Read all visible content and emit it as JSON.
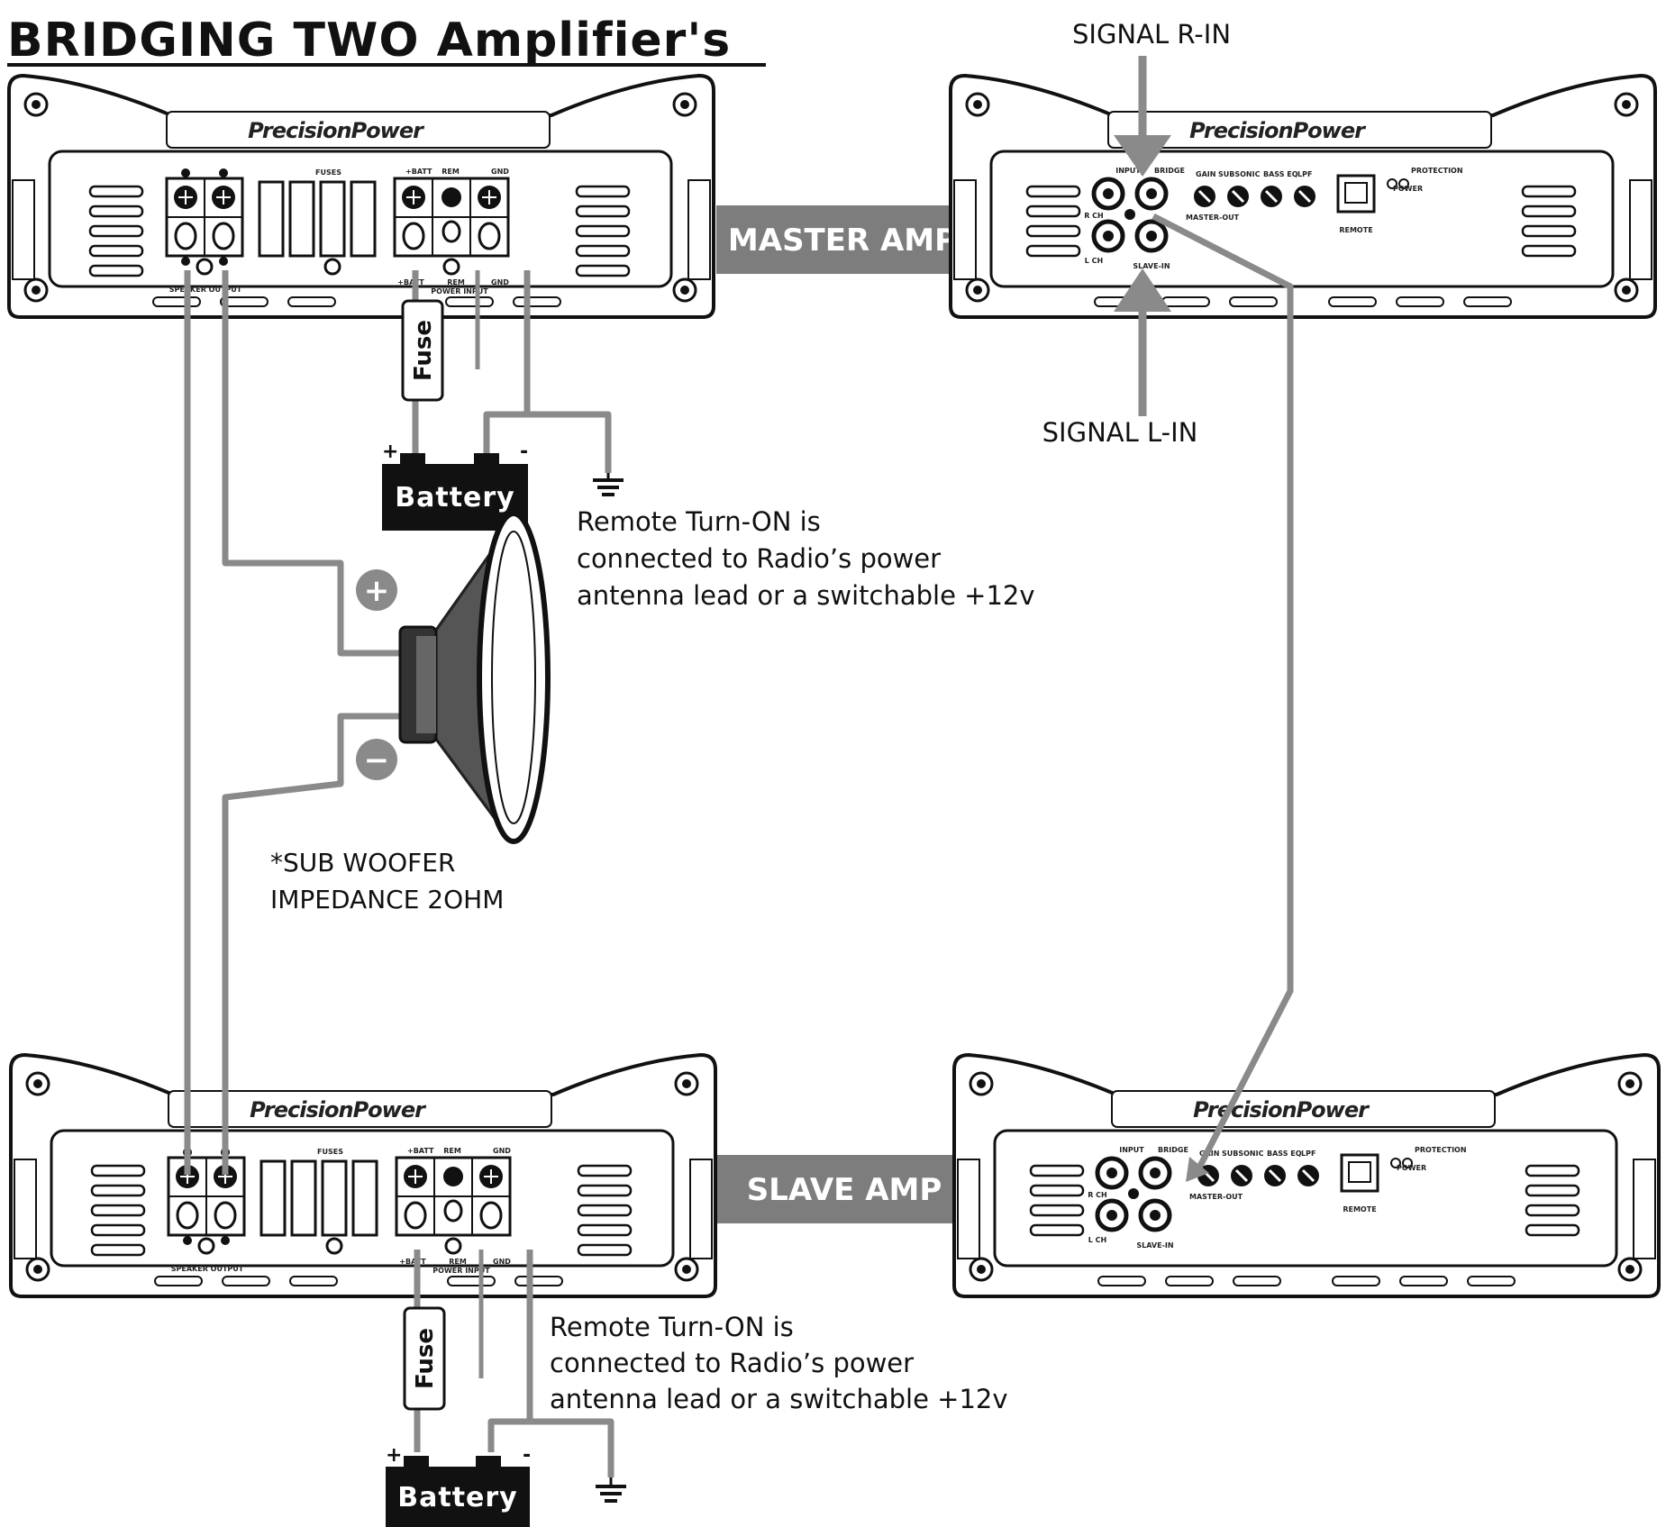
{
  "title": "BRIDGING TWO Amplifier's",
  "signal_r_in": "SIGNAL R-IN",
  "signal_l_in": "SIGNAL L-IN",
  "master_amp": "MASTER AMP",
  "slave_amp": "SLAVE AMP",
  "brand": "PrecisionPower",
  "battery": "Battery",
  "fuse": "Fuse",
  "plus": "+",
  "minus": "-",
  "remote_note": {
    "line1": "Remote Turn-ON is",
    "line2": "connected to Radio’s power",
    "line3": "antenna lead or a switchable +12v"
  },
  "subwoofer": {
    "line1": "*SUB WOOFER",
    "line2": "IMPEDANCE 2OHM",
    "plus_symbol": "+",
    "minus_symbol": "−"
  },
  "amp_power_panel": {
    "fuses": "FUSES",
    "batt_top": "+BATT",
    "rem_top": "REM",
    "gnd_top": "GND",
    "speaker_output": "SPEAKER OUTPUT",
    "batt_bottom": "+BATT",
    "rem_bottom": "REM",
    "gnd_bottom": "GND",
    "power_input": "POWER INPUT"
  },
  "amp_signal_panel": {
    "input": "INPUT",
    "bridge": "BRIDGE",
    "r_ch": "R CH",
    "l_ch": "L CH",
    "master_out": "MASTER-OUT",
    "slave_in": "SLAVE-IN",
    "gain": "GAIN",
    "subsonic": "SUBSONIC",
    "bass_eq": "BASS EQ",
    "lpf": "LPF",
    "remote": "REMOTE",
    "protection": "PROTECTION",
    "power": "POWER"
  },
  "colors": {
    "wire": "#8a8a8a",
    "band": "#7d7d7d",
    "battery": "#111111",
    "outline": "#111111"
  }
}
